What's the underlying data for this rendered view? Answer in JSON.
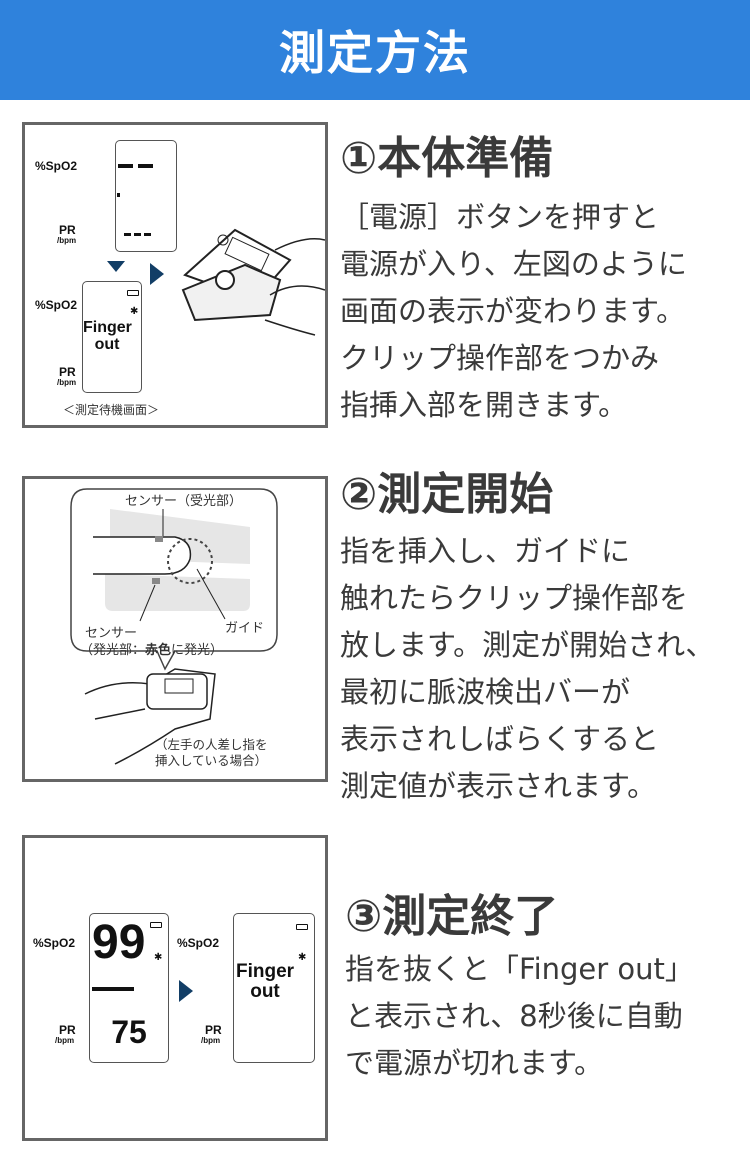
{
  "header": {
    "title": "測定方法"
  },
  "sections": [
    {
      "title": "①本体準備",
      "body": [
        "［電源］ボタンを押すと",
        "電源が入り、左図のように",
        "画面の表示が変わります。",
        "クリップ操作部をつかみ",
        "指挿入部を開きます。"
      ],
      "figure": {
        "spo2_label": "%SpO2",
        "pr_label": "PR",
        "bpm_label": "/bpm",
        "finger_out": [
          "Finger",
          "out"
        ],
        "caption": "＜測定待機画面＞"
      }
    },
    {
      "title": "②測定開始",
      "body": [
        "指を挿入し、ガイドに",
        "触れたらクリップ操作部を",
        "放します。測定が開始され、",
        "最初に脈波検出バーが",
        "表示されしばらくすると",
        "測定値が表示されます。"
      ],
      "figure": {
        "sensor_receiver": "センサー（受光部）",
        "guide": "ガイド",
        "sensor_emitter": "センサー",
        "emitter_note_prefix": "（発光部：",
        "emitter_note_bold": "赤色",
        "emitter_note_suffix": "に発光）",
        "hand_note": [
          "（左手の人差し指を",
          "挿入している場合）"
        ]
      }
    },
    {
      "title": "③測定終了",
      "body": [
        "指を抜くと「Finger out」",
        "と表示され、8秒後に自動",
        "で電源が切れます。"
      ],
      "figure": {
        "spo2_label": "%SpO2",
        "pr_label": "PR",
        "bpm_label": "/bpm",
        "spo2_value": "99",
        "pr_value": "75",
        "finger_out": [
          "Finger",
          "out"
        ]
      }
    }
  ],
  "colors": {
    "header": "#2f82dc",
    "arrow": "#123e66",
    "text": "#3a3a3a"
  }
}
